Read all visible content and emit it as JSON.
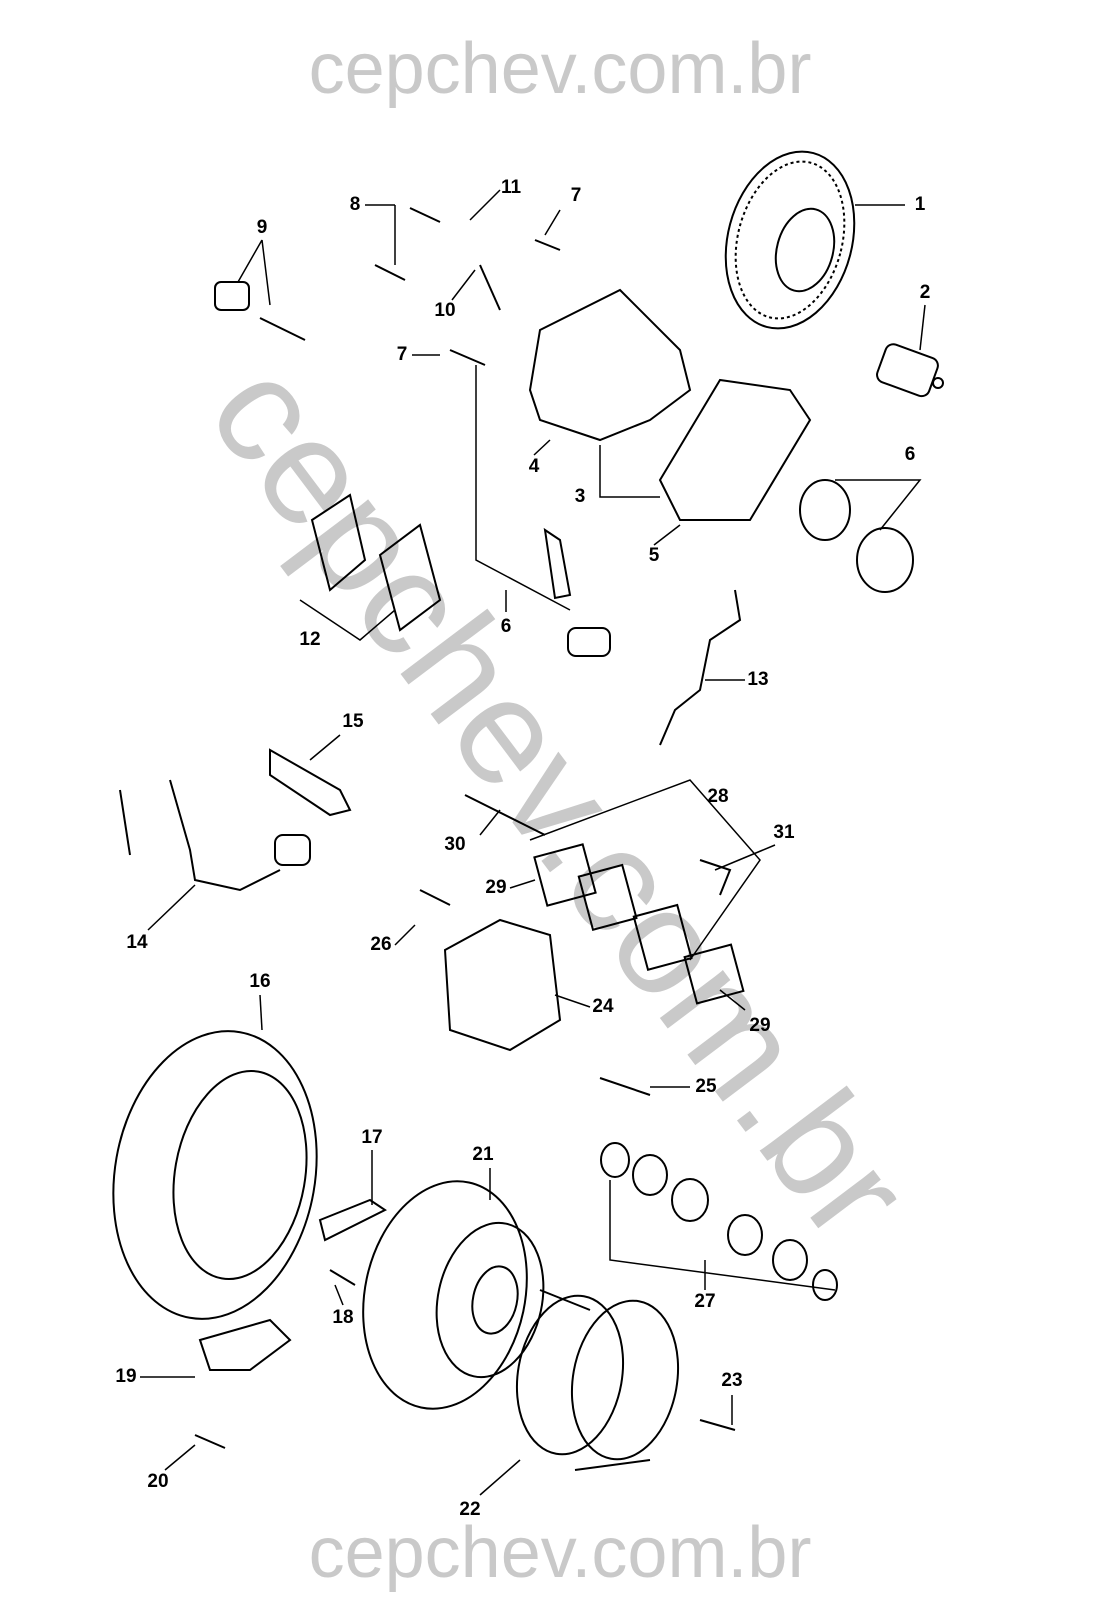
{
  "watermark": {
    "text": "cepchev.com.br",
    "color": "#c9c9c9"
  },
  "labels": [
    "1",
    "2",
    "3",
    "4",
    "5",
    "6",
    "6",
    "7",
    "7",
    "8",
    "9",
    "10",
    "11",
    "12",
    "13",
    "14",
    "15",
    "16",
    "17",
    "18",
    "19",
    "20",
    "21",
    "22",
    "23",
    "24",
    "25",
    "26",
    "27",
    "28",
    "29",
    "29",
    "30",
    "31"
  ]
}
